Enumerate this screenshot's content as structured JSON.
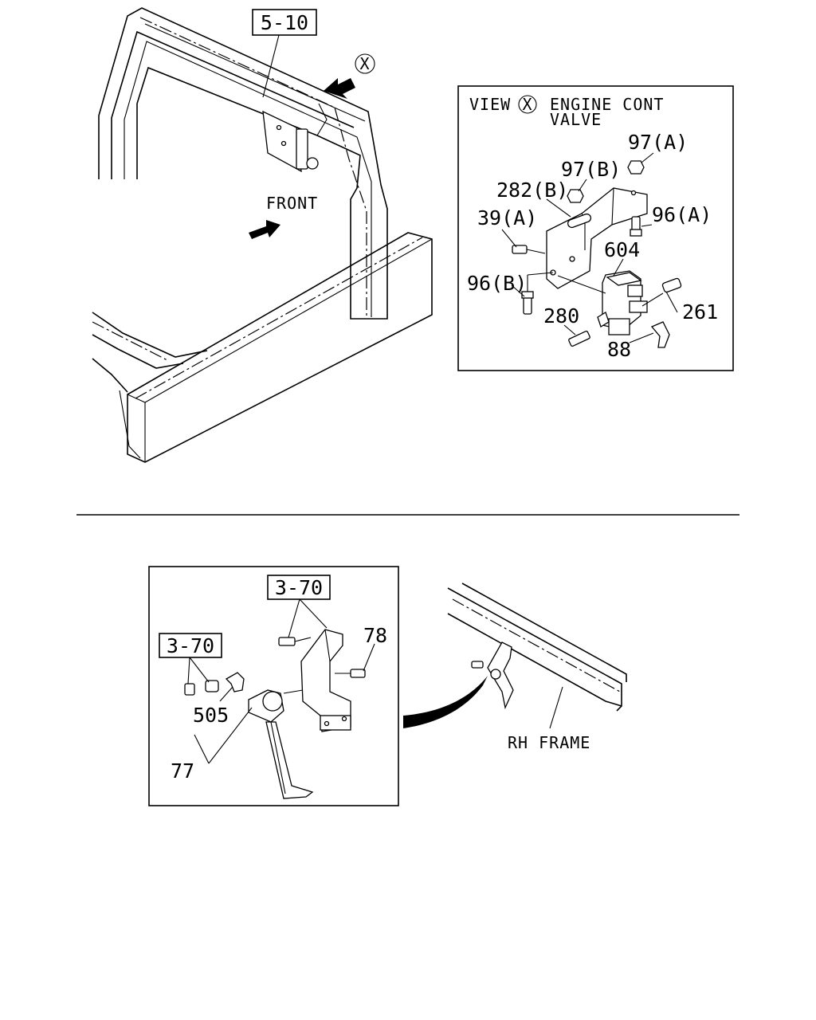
{
  "diagram": {
    "top_section": {
      "ref_box": "5-10",
      "view_marker": "X",
      "front_label": "FRONT"
    },
    "view_panel": {
      "view_word": "VIEW",
      "view_marker": "X",
      "title_line1": "ENGINE CONT",
      "title_line2": "VALVE",
      "parts": {
        "p97a": "97(A)",
        "p97b": "97(B)",
        "p282b": "282(B)",
        "p96a": "96(A)",
        "p39a": "39(A)",
        "p604": "604",
        "p96b": "96(B)",
        "p280": "280",
        "p261": "261",
        "p88": "88"
      }
    },
    "bottom_section": {
      "ref_box_top": "3-70",
      "ref_box_left": "3-70",
      "parts": {
        "p78": "78",
        "p505": "505",
        "p77": "77"
      },
      "frame_label": "RH FRAME"
    }
  }
}
